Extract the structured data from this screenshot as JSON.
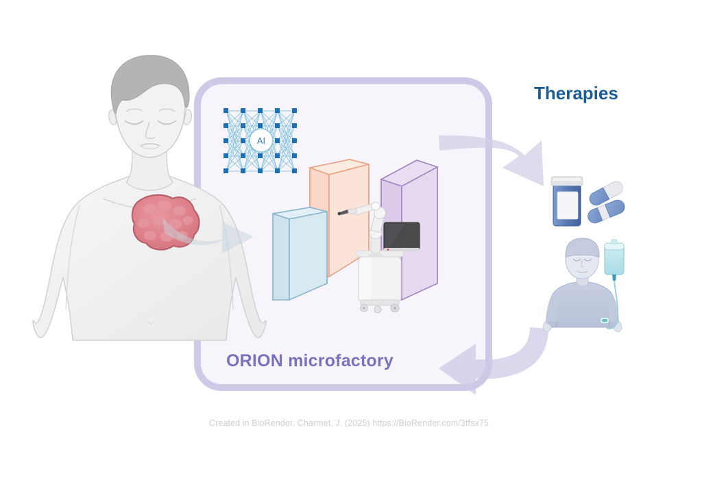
{
  "figure": {
    "background_color": "#ffffff",
    "attribution": "Created in BioRender. Charmet, J. (2025) https://BioRender.com/3tfsx75"
  },
  "panel": {
    "label": "ORION microfactory",
    "label_color": "#7a72bb",
    "border_color": "#cfc8e6",
    "fill_color": "#f7f5fb"
  },
  "therapies": {
    "label": "Therapies",
    "label_color": "#1b5d95",
    "items": [
      {
        "name": "pill-bottle-and-capsules",
        "colors": [
          "#6f8ec4",
          "#4a6fae",
          "#e8eaef"
        ]
      },
      {
        "name": "patient-iv-infusion",
        "colors": [
          "#c3cbe0",
          "#bfe0e8"
        ]
      }
    ]
  },
  "patient": {
    "name": "patient-torso-with-tumor",
    "skin_color": "#f1f1f1",
    "hair_color": "#b2b2b2",
    "tumor_color": "#dd8189",
    "tumor_label": "tumor"
  },
  "ai_module": {
    "label": "AI",
    "node_color": "#1a6fb5",
    "link_color": "#7cc0de",
    "columns": 5,
    "rows": 5
  },
  "modules": [
    {
      "name": "module-blue",
      "fill": "#d6e7ef",
      "stroke": "#8ab6cd"
    },
    {
      "name": "module-peach",
      "fill": "#fbded2",
      "stroke": "#e8a183"
    },
    {
      "name": "module-purple",
      "fill": "#e3d4ec",
      "stroke": "#a286c0"
    }
  ],
  "robot": {
    "name": "robotic-arm-cart",
    "body_color": "#f2f2f3",
    "screen_color": "#4a4a4d"
  },
  "arrows": [
    {
      "name": "arrow-patient-to-factory",
      "color": "#c5d2dc",
      "direction": "right"
    },
    {
      "name": "arrow-factory-to-therapies",
      "color": "#d2cde6",
      "direction": "right-down"
    },
    {
      "name": "arrow-therapies-to-factory",
      "color": "#d2cde6",
      "direction": "left"
    }
  ]
}
